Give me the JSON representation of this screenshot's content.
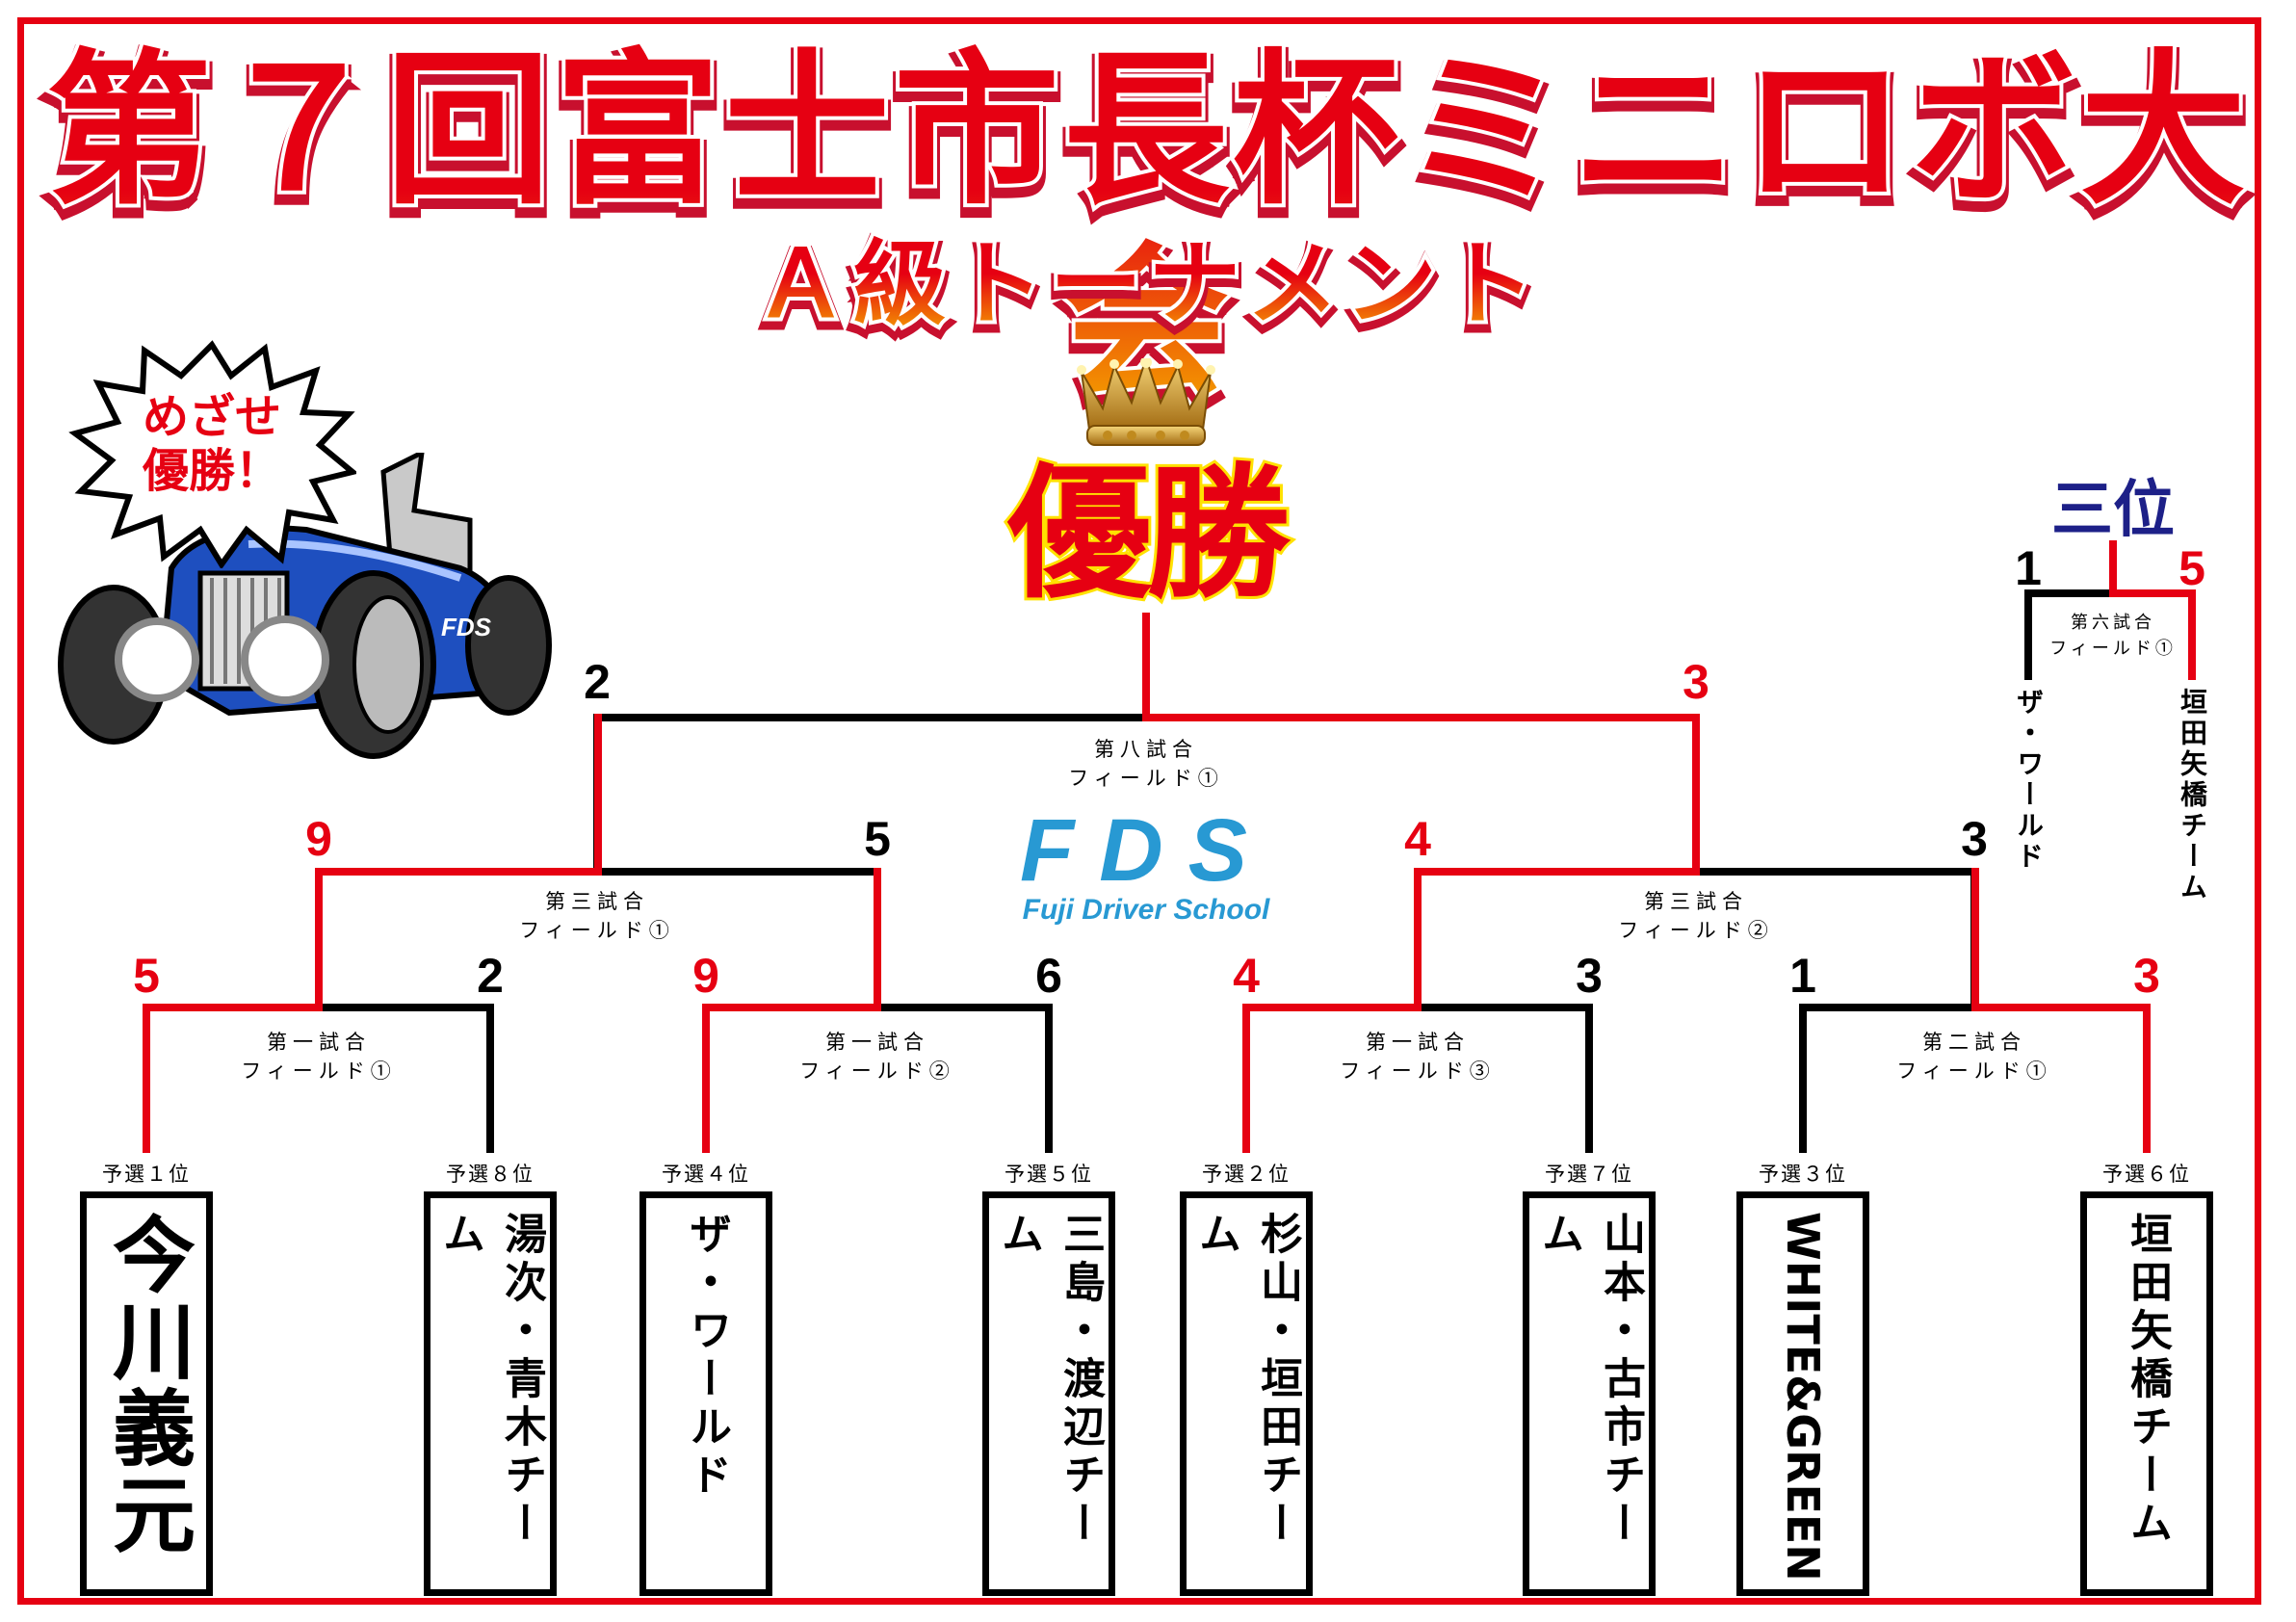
{
  "title": {
    "main": "第７回富士市長杯ミニロボ大会",
    "sub": "Ａ級トーナメント"
  },
  "mascot": {
    "speech": [
      "めざせ",
      "優勝！"
    ]
  },
  "champion_label": "優勝",
  "sponsor": {
    "logo_main": "FDS",
    "logo_sub": "Fuji Driver School"
  },
  "colors": {
    "winner_line": "#e60012",
    "loser_line": "#000000",
    "third_title": "#1d2088",
    "sponsor": "#2899d3"
  },
  "entries": [
    {
      "seed": "予選１位",
      "name": "今川義元"
    },
    {
      "seed": "予選８位",
      "name": "湯次・青木チーム"
    },
    {
      "seed": "予選４位",
      "name": "ザ・ワールド"
    },
    {
      "seed": "予選５位",
      "name": "三島・渡辺チーム"
    },
    {
      "seed": "予選２位",
      "name": "杉山・垣田チーム"
    },
    {
      "seed": "予選７位",
      "name": "山本・古市チーム"
    },
    {
      "seed": "予選３位",
      "name": "WHITE&GREEN"
    },
    {
      "seed": "予選６位",
      "name": "垣田矢橋チーム"
    }
  ],
  "round1": [
    {
      "match": "第一試合",
      "field": "フィールド①",
      "scores": [
        "5",
        "2"
      ],
      "winner": 0
    },
    {
      "match": "第一試合",
      "field": "フィールド②",
      "scores": [
        "9",
        "6"
      ],
      "winner": 0
    },
    {
      "match": "第一試合",
      "field": "フィールド③",
      "scores": [
        "4",
        "3"
      ],
      "winner": 0
    },
    {
      "match": "第二試合",
      "field": "フィールド①",
      "scores": [
        "1",
        "3"
      ],
      "winner": 1
    }
  ],
  "round2": [
    {
      "match": "第三試合",
      "field": "フィールド①",
      "scores": [
        "9",
        "5"
      ],
      "winner": 0
    },
    {
      "match": "第三試合",
      "field": "フィールド②",
      "scores": [
        "4",
        "3"
      ],
      "winner": 0
    }
  ],
  "final": {
    "match": "第八試合",
    "field": "フィールド①",
    "scores": [
      "2",
      "3"
    ],
    "winner": 1
  },
  "third_place": {
    "title": "三位",
    "match": "第六試合",
    "field": "フィールド①",
    "scores": [
      "1",
      "5"
    ],
    "winner": 1,
    "teams": [
      "ザ・ワールド",
      "垣田矢橋チーム"
    ]
  }
}
